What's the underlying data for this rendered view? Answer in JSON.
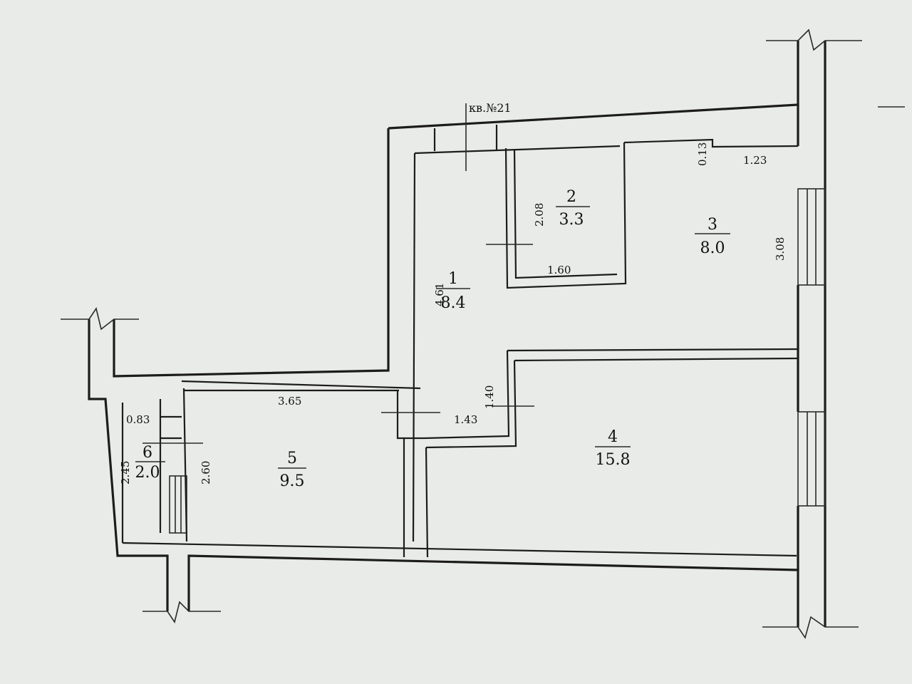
{
  "plan": {
    "caption": "кв.№21",
    "rooms": [
      {
        "id": "1",
        "number": "1",
        "area": "8.4"
      },
      {
        "id": "2",
        "number": "2",
        "area": "3.3"
      },
      {
        "id": "3",
        "number": "3",
        "area": "8.0"
      },
      {
        "id": "4",
        "number": "4",
        "area": "15.8"
      },
      {
        "id": "5",
        "number": "5",
        "area": "9.5"
      },
      {
        "id": "6",
        "number": "6",
        "area": "2.0"
      }
    ],
    "dimensions": {
      "room1_height": "4.61",
      "room2_height": "2.08",
      "room2_width": "1.60",
      "room3_niche": "0.13",
      "room3_top": "1.23",
      "room3_height": "3.08",
      "room4_jog": "1.40",
      "corridor_width": "1.43",
      "room5_width": "3.65",
      "room5_height": "2.60",
      "room6_width": "0.83",
      "room6_height": "2.45"
    },
    "colors": {
      "paper": "#e9ebe8",
      "ink": "#1c1c1c"
    }
  }
}
